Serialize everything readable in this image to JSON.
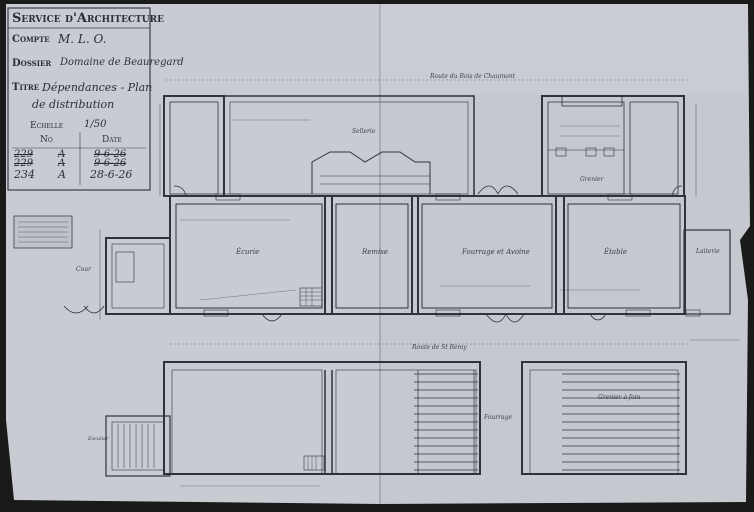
{
  "title_block": {
    "service": "Service d'Architecture",
    "compte_label": "Compte",
    "compte_value": "M. L. O.",
    "dossier_label": "Dossier",
    "dossier_value": "Domaine de Beauregard",
    "titre_label": "Titre",
    "titre_value_1": "Dépendances - Plan",
    "titre_value_2": "de distribution",
    "echelle_label": "Echelle",
    "echelle_value": "1/50",
    "col_no": "No",
    "col_date": "Date",
    "rows": [
      {
        "no": "229",
        "suffix": "A",
        "date": "9-6-26"
      },
      {
        "no": "229",
        "suffix": "A",
        "date": "9-6-26"
      },
      {
        "no": "234",
        "suffix": "A",
        "date": "28-6-26"
      }
    ]
  },
  "plan_labels": {
    "top_road": "Route du Bois de Chaumont",
    "mid_road": "Route de St Rémy",
    "room_1": "Écurie",
    "room_2": "Remise",
    "room_3": "Fourrage et Avoine",
    "room_4": "Étable",
    "room_5": "Laiterie",
    "room_top_left": "Sellerie",
    "room_top_right": "Grenier",
    "room_left_ext": "Cour",
    "lower_mid": "Fourrage",
    "lower_right_room": "Grenier à foin",
    "lower_left_note": "Escalier"
  },
  "colors": {
    "paper": "#c9ccd2",
    "ink": "#2f333c",
    "shadow": "#1a1a1a"
  }
}
